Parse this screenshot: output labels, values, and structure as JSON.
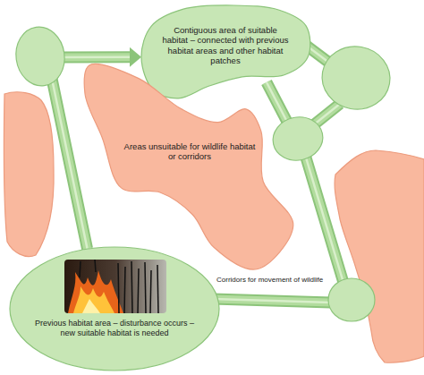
{
  "diagram": {
    "nodes": [
      {
        "text": [
          "Contiguous area of suitable habitat – connected with previous habitat areas and other habitat patches"
        ]
      },
      {
        "text": [
          "Areas unsuitable for wildlife habitat or corridors"
        ]
      },
      {
        "text": [
          "Previous habitat area – disturbance occurs – new suitable habitat is needed"
        ]
      }
    ],
    "edges": [
      {
        "from": 2,
        "to": 0,
        "arrow": "to"
      }
    ],
    "labels": [
      "Corridors for movement of wildlife"
    ]
  }
}
